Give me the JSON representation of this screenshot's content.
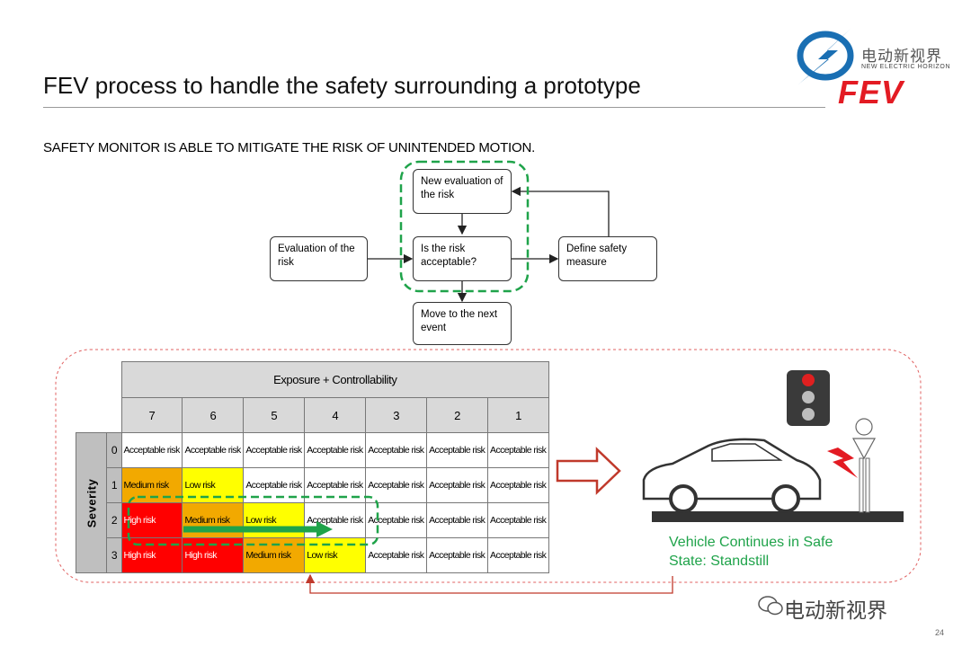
{
  "slide": {
    "title": "FEV process to handle the safety surrounding a prototype",
    "subtitle": "SAFETY MONITOR IS ABLE TO MITIGATE THE RISK OF UNINTENDED MOTION.",
    "page_number": "24"
  },
  "logo": {
    "chinese": "电动新视界",
    "english": "NEW ELECTRIC HORIZON",
    "brand": "FEV"
  },
  "watermark": {
    "chinese": "电动新视界"
  },
  "flowchart": {
    "evaluation": "Evaluation of the risk",
    "new_evaluation": "New evaluation of the risk",
    "acceptable": "Is the risk acceptable?",
    "define_measure": "Define safety measure",
    "next_event": "Move to the next event"
  },
  "matrix": {
    "header": "Exposure + Controllability",
    "row_axis_label": "Severity",
    "columns": [
      "7",
      "6",
      "5",
      "4",
      "3",
      "2",
      "1"
    ],
    "rows": [
      {
        "severity": "0",
        "cells": [
          "Acceptable risk",
          "Acceptable risk",
          "Acceptable risk",
          "Acceptable risk",
          "Acceptable risk",
          "Acceptable risk",
          "Acceptable risk"
        ]
      },
      {
        "severity": "1",
        "cells": [
          "Medium risk",
          "Low risk",
          "Acceptable risk",
          "Acceptable risk",
          "Acceptable risk",
          "Acceptable risk",
          "Acceptable risk"
        ]
      },
      {
        "severity": "2",
        "cells": [
          "High risk",
          "Medium risk",
          "Low risk",
          "Acceptable risk",
          "Acceptable risk",
          "Acceptable risk",
          "Acceptable risk"
        ]
      },
      {
        "severity": "3",
        "cells": [
          "High risk",
          "High risk",
          "Medium risk",
          "Low risk",
          "Acceptable risk",
          "Acceptable risk",
          "Acceptable risk"
        ]
      }
    ]
  },
  "scene": {
    "state_line1": "Vehicle Continues in Safe",
    "state_line2": "State: Standstill"
  },
  "colors": {
    "high": "#ff0000",
    "medium": "#f2a900",
    "low": "#ffff00",
    "acceptable": "#ffffff",
    "green_dash": "#1fa34a",
    "red": "#e31b23",
    "header_gray": "#d9d9d9"
  }
}
